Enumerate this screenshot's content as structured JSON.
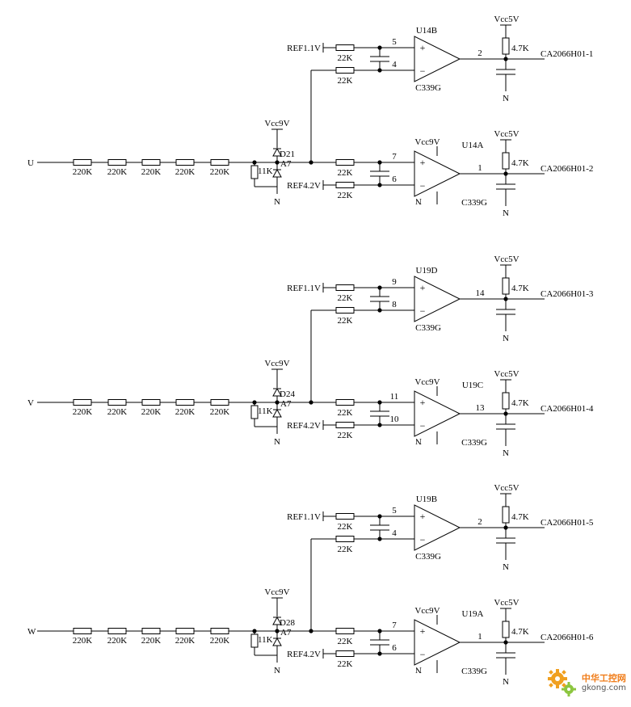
{
  "labels": {
    "input_res": "220K",
    "div_res": "11K",
    "diode_part": "A7",
    "filter_res": "22K",
    "pullup_res": "4.7K",
    "comparator_part": "C339G",
    "vcc9": "Vcc9V",
    "vcc5": "Vcc5V",
    "ground": "N",
    "ref_low": "REF1.1V",
    "ref_high": "REF4.2V",
    "plus": "+",
    "minus": "−",
    "inner_vcc": "Vcc9V",
    "inner_gnd": "N"
  },
  "channels": [
    {
      "input": "U",
      "diode": "D21",
      "upper": {
        "unit": "U14B",
        "pin_pos": "5",
        "pin_neg": "4",
        "pin_out": "2",
        "output": "CA2066H01-1"
      },
      "lower": {
        "unit": "U14A",
        "pin_pos": "7",
        "pin_neg": "6",
        "pin_out": "1",
        "output": "CA2066H01-2"
      }
    },
    {
      "input": "V",
      "diode": "D24",
      "upper": {
        "unit": "U19D",
        "pin_pos": "9",
        "pin_neg": "8",
        "pin_out": "14",
        "output": "CA2066H01-3"
      },
      "lower": {
        "unit": "U19C",
        "pin_pos": "11",
        "pin_neg": "10",
        "pin_out": "13",
        "output": "CA2066H01-4"
      }
    },
    {
      "input": "W",
      "diode": "D28",
      "upper": {
        "unit": "U19B",
        "pin_pos": "5",
        "pin_neg": "4",
        "pin_out": "2",
        "output": "CA2066H01-5"
      },
      "lower": {
        "unit": "U19A",
        "pin_pos": "7",
        "pin_neg": "6",
        "pin_out": "1",
        "output": "CA2066H01-6"
      }
    }
  ],
  "watermark": {
    "brand_cn": "中华工控网",
    "domain": "gkong.com",
    "logo_icon": "gear-icon",
    "accent": "#f07d1a"
  }
}
